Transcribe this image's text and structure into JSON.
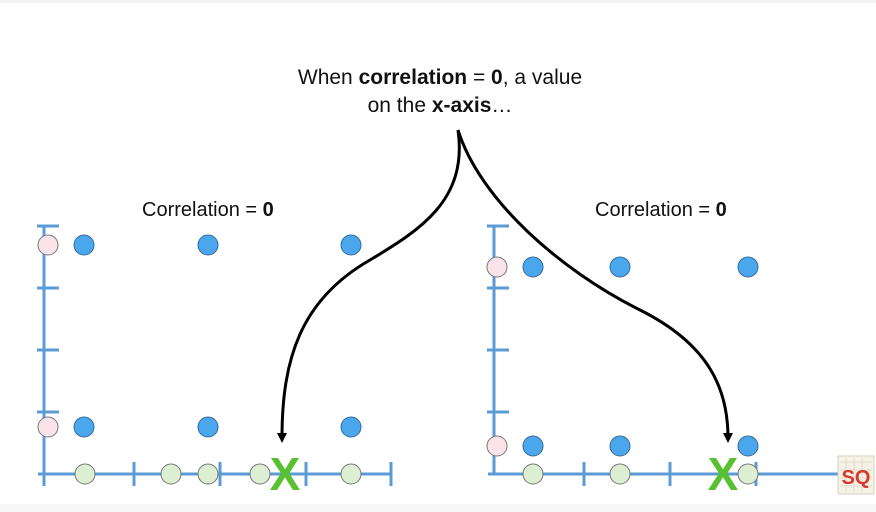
{
  "caption": {
    "line1_pre": "When ",
    "line1_bold": "correlation",
    "line1_mid": " = ",
    "line1_bold2": "0",
    "line1_post": ", a value",
    "line2_pre": "on the ",
    "line2_bold": "x-axis",
    "line2_post": "…"
  },
  "left_panel": {
    "label_pre": "Correlation = ",
    "label_bold": "0"
  },
  "right_panel": {
    "label_pre": "Correlation = ",
    "label_bold": "0"
  },
  "marker": {
    "symbol": "X"
  },
  "logo": {
    "text": "SQ"
  },
  "colors": {
    "axis": "#5b9bd5",
    "point": "#4aa7ee",
    "x_projection": "#dcefd2",
    "y_projection": "#fbe3ea",
    "marker": "#59c032",
    "arrow": "#000000"
  }
}
